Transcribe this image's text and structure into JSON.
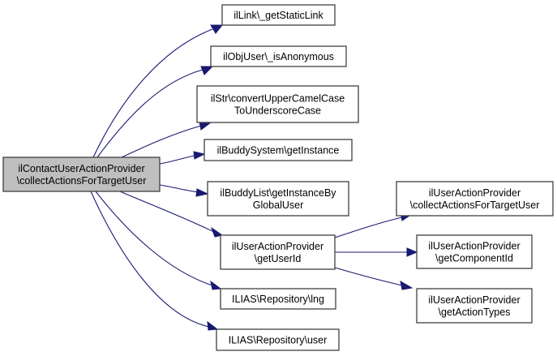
{
  "diagram": {
    "type": "call-graph",
    "colors": {
      "edge": "#191970",
      "root_fill": "#bfbfbf",
      "node_fill": "#ffffff",
      "node_border": "#404040"
    },
    "nodes": [
      {
        "id": "root",
        "lines": [
          "ilContactUserActionProvider",
          "\\collectActionsForTargetUser"
        ],
        "root": true
      },
      {
        "id": "getStaticLink",
        "lines": [
          "ilLink\\_getStaticLink"
        ]
      },
      {
        "id": "isAnonymous",
        "lines": [
          "ilObjUser\\_isAnonymous"
        ]
      },
      {
        "id": "convertCase",
        "lines": [
          "ilStr\\convertUpperCamelCase",
          "ToUnderscoreCase"
        ]
      },
      {
        "id": "buddySystem",
        "lines": [
          "ilBuddySystem\\getInstance"
        ]
      },
      {
        "id": "buddyList",
        "lines": [
          "ilBuddyList\\getInstanceBy",
          "GlobalUser"
        ]
      },
      {
        "id": "getUserId",
        "lines": [
          "ilUserActionProvider",
          "\\getUserId"
        ]
      },
      {
        "id": "lng",
        "lines": [
          "ILIAS\\Repository\\lng"
        ]
      },
      {
        "id": "user",
        "lines": [
          "ILIAS\\Repository\\user"
        ]
      },
      {
        "id": "collect2",
        "lines": [
          "ilUserActionProvider",
          "\\collectActionsForTargetUser"
        ]
      },
      {
        "id": "componentId",
        "lines": [
          "ilUserActionProvider",
          "\\getComponentId"
        ]
      },
      {
        "id": "actionTypes",
        "lines": [
          "ilUserActionProvider",
          "\\getActionTypes"
        ]
      }
    ],
    "edges": [
      {
        "from": "root",
        "to": "getStaticLink"
      },
      {
        "from": "root",
        "to": "isAnonymous"
      },
      {
        "from": "root",
        "to": "convertCase"
      },
      {
        "from": "root",
        "to": "buddySystem"
      },
      {
        "from": "root",
        "to": "buddyList"
      },
      {
        "from": "root",
        "to": "getUserId"
      },
      {
        "from": "root",
        "to": "lng"
      },
      {
        "from": "root",
        "to": "user"
      },
      {
        "from": "getUserId",
        "to": "collect2"
      },
      {
        "from": "getUserId",
        "to": "componentId"
      },
      {
        "from": "getUserId",
        "to": "actionTypes"
      }
    ]
  }
}
